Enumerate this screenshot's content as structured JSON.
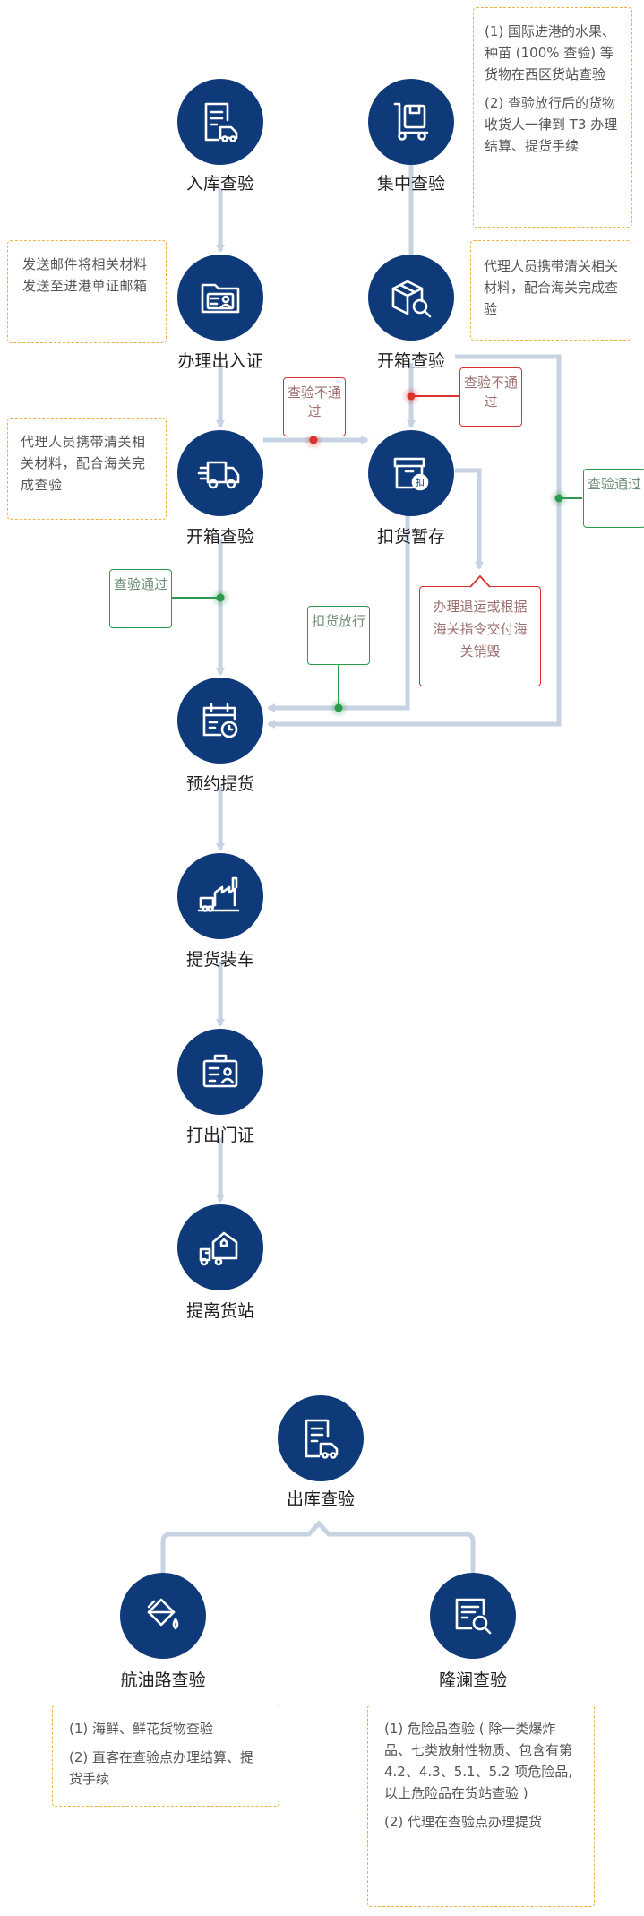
{
  "nodes": {
    "inbound_inspection": "入库查验",
    "central_inspection": "集中查验",
    "handle_pass": "办理出入证",
    "open_box_inspection_right": "开箱查验",
    "open_box_inspection_left": "开箱查验",
    "detain_storage": "扣货暂存",
    "pickup_appointment": "预约提货",
    "pickup_loading": "提货装车",
    "print_exit_pass": "打出门证",
    "leave_station": "提离货站",
    "outbound_inspection": "出库查验",
    "aviation_road": "航油路查验",
    "longlan": "隆澜查验"
  },
  "notes": {
    "fruit": [
      "(1) 国际进港的水果、种苗 (100% 查验) 等货物在西区货站查验",
      "(2) 查验放行后的货物收货人一律到 T3 办理结算、提货手续"
    ],
    "email": "发送邮件将相关材料发送至进港单证邮箱",
    "agent_right": "代理人员携带清关相关材料，配合海关完成查验",
    "agent_left": "代理人员携带清关相关材料，配合海关完成查验",
    "aviation": [
      "(1) 海鲜、鲜花货物查验",
      "(2) 直客在查验点办理结算、提货手续"
    ],
    "longlan": [
      "(1) 危险品查验 ( 除一类爆炸品、七类放射性物质、包含有第 4.2、4.3、5.1、5.2 项危险品, 以上危险品在货站查验 )",
      "(2) 代理在查验点办理提货"
    ]
  },
  "tags": {
    "fail_left": "查验不通过",
    "fail_right": "查验不通过",
    "pass_right": "查验通过",
    "pass_left": "查验通过",
    "release": "扣货放行"
  },
  "return_box": "办理退运或根据海关指令交付海关销毁",
  "colors": {
    "node": "#0f3a7a",
    "line": "#c7d3e3",
    "fail": "#d8342d",
    "pass": "#2d9a4d",
    "note_border": "#f0b040"
  }
}
